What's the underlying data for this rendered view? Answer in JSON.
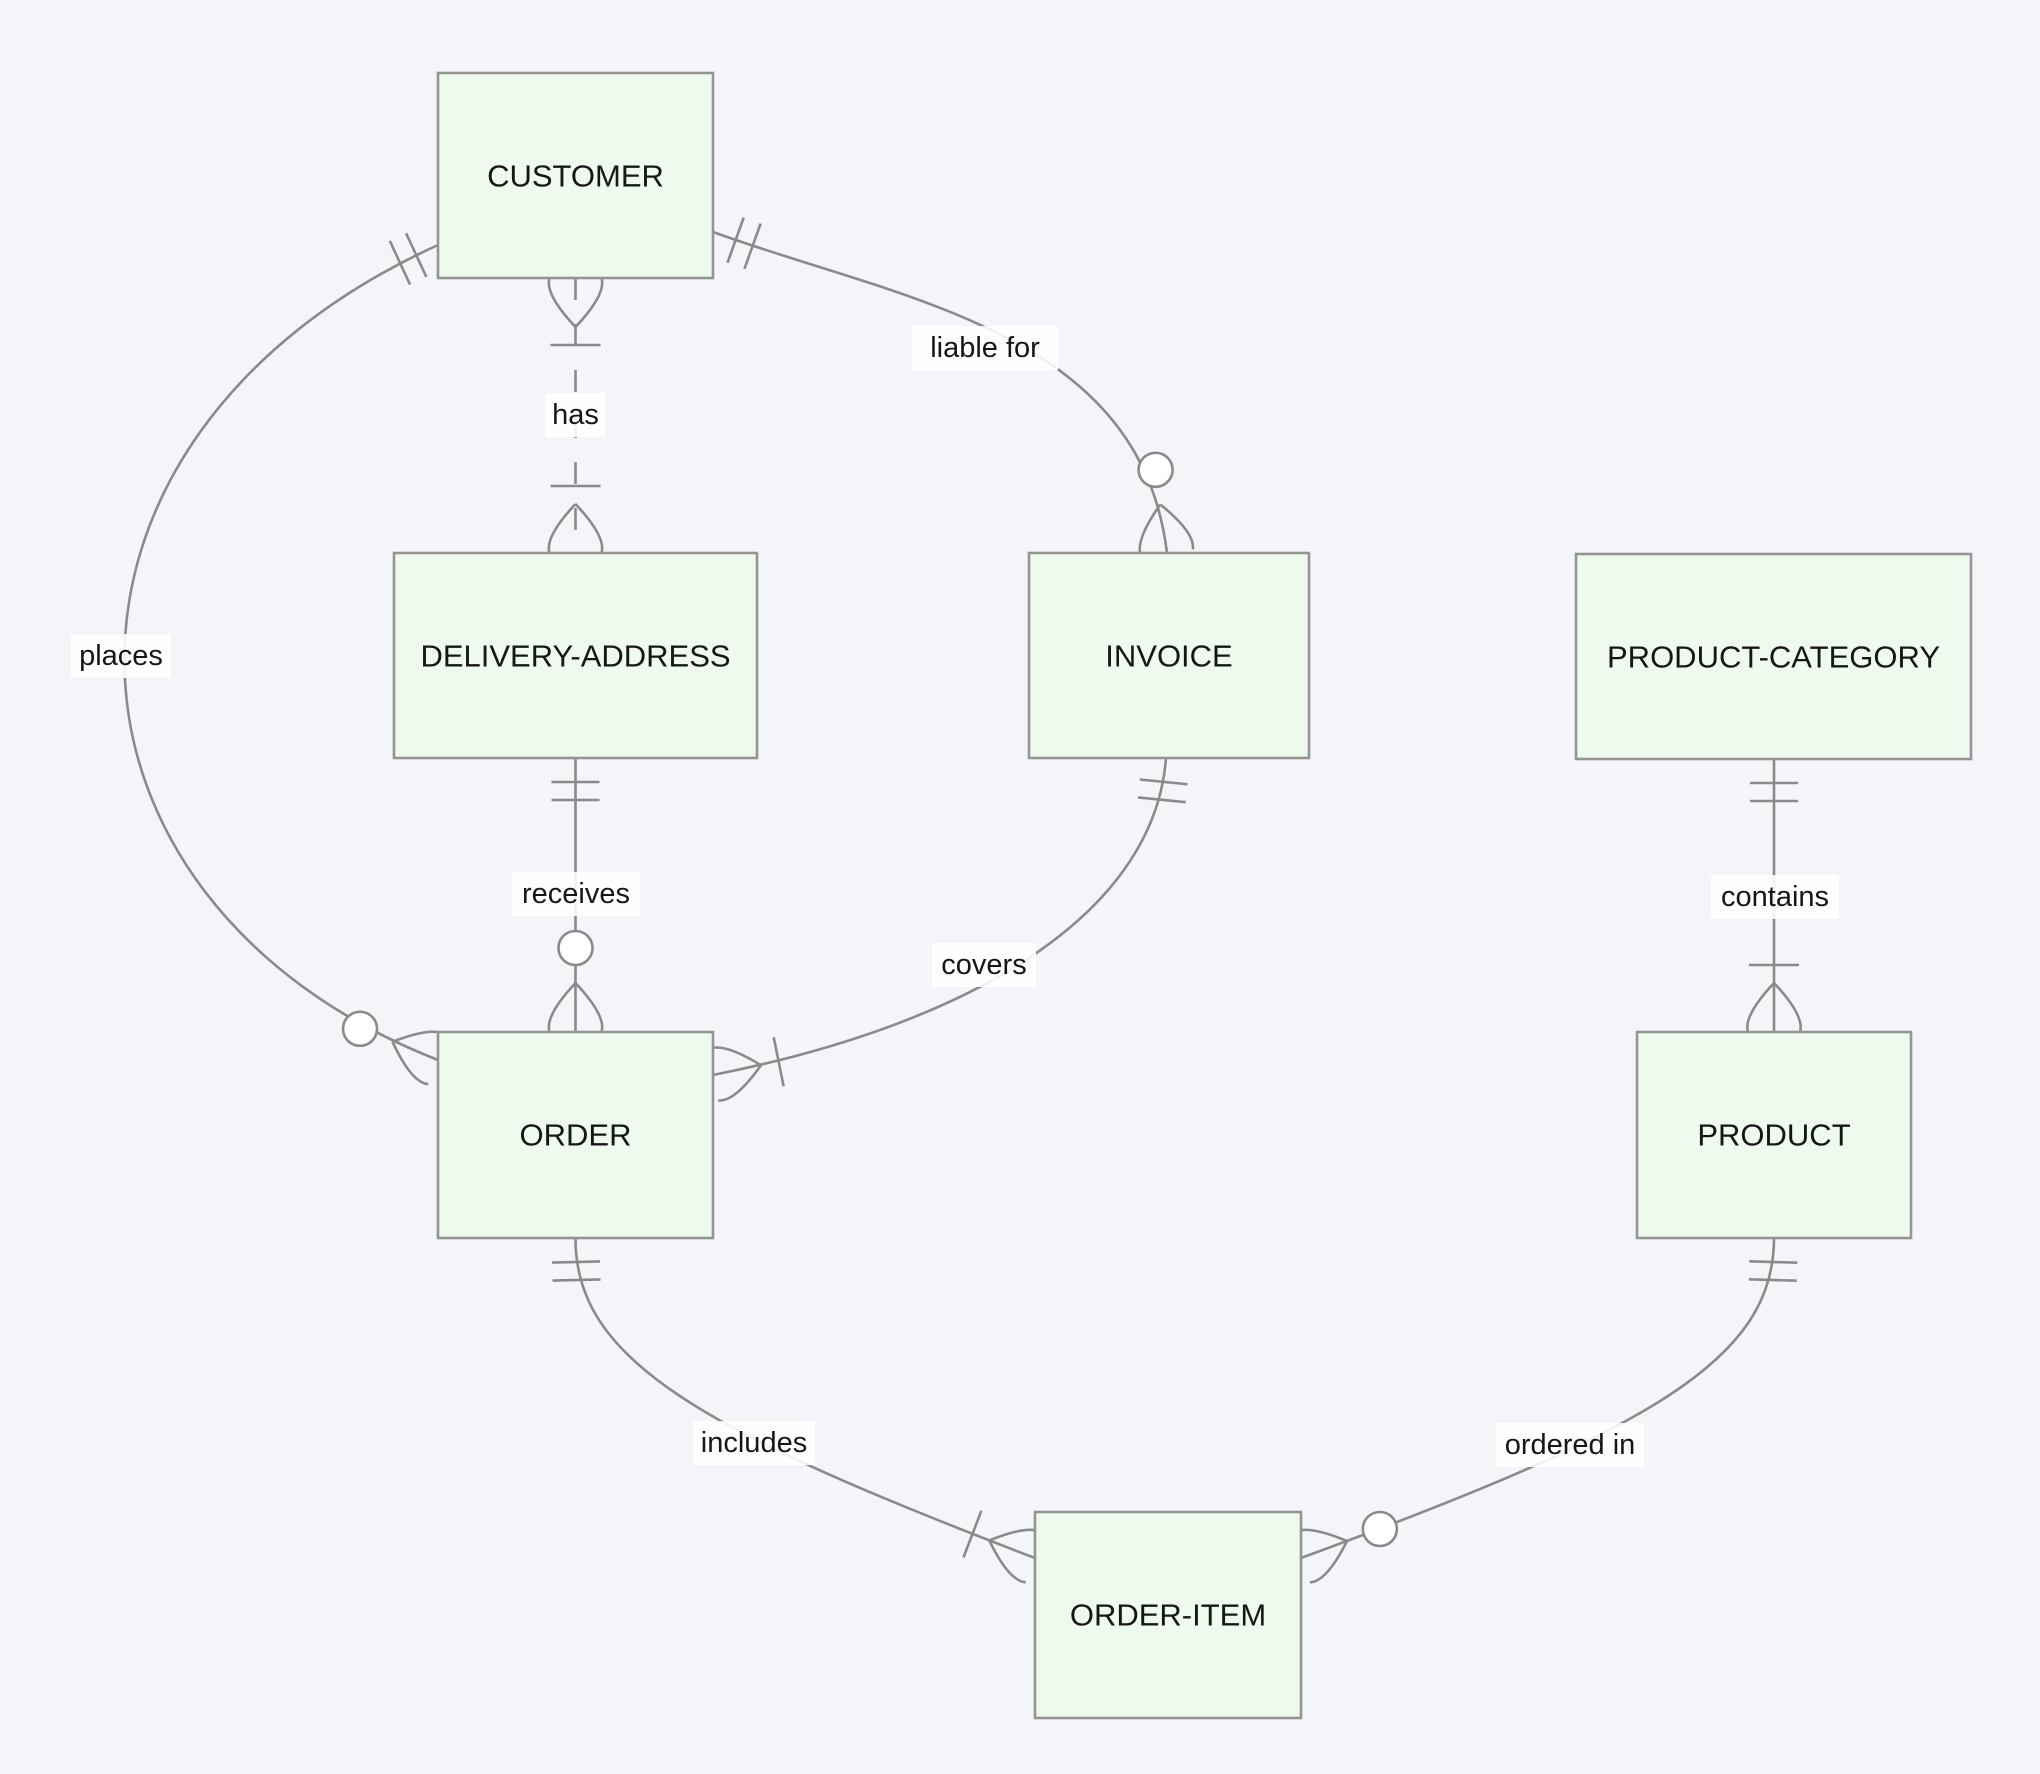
{
  "diagram": {
    "kind": "entity-relationship-diagram",
    "notation": "crow-foot",
    "colors": {
      "background": "#f4f5f8",
      "entity_fill": "#edfaed",
      "entity_border": "#949494",
      "line": "#8a8a8a",
      "text": "#161616",
      "label_background": "#ffffff"
    },
    "entities": {
      "customer": {
        "name": "CUSTOMER"
      },
      "delivery_address": {
        "name": "DELIVERY-ADDRESS"
      },
      "invoice": {
        "name": "INVOICE"
      },
      "product_category": {
        "name": "PRODUCT-CATEGORY"
      },
      "order": {
        "name": "ORDER"
      },
      "product": {
        "name": "PRODUCT"
      },
      "order_item": {
        "name": "ORDER-ITEM"
      }
    },
    "relationships": {
      "places": {
        "from": "CUSTOMER",
        "to": "ORDER",
        "label": "places",
        "from_cardinality": "exactly-one",
        "to_cardinality": "zero-or-many",
        "line_style": "solid"
      },
      "has": {
        "from": "CUSTOMER",
        "to": "DELIVERY-ADDRESS",
        "label": "has",
        "from_cardinality": "one-or-many",
        "to_cardinality": "one-or-many",
        "line_style": "dashed"
      },
      "liable_for": {
        "from": "CUSTOMER",
        "to": "INVOICE",
        "label": "liable for",
        "from_cardinality": "exactly-one",
        "to_cardinality": "zero-or-many",
        "line_style": "solid"
      },
      "receives": {
        "from": "DELIVERY-ADDRESS",
        "to": "ORDER",
        "label": "receives",
        "from_cardinality": "exactly-one",
        "to_cardinality": "zero-or-many",
        "line_style": "solid"
      },
      "covers": {
        "from": "INVOICE",
        "to": "ORDER",
        "label": "covers",
        "from_cardinality": "exactly-one",
        "to_cardinality": "one-or-many",
        "line_style": "solid"
      },
      "includes": {
        "from": "ORDER",
        "to": "ORDER-ITEM",
        "label": "includes",
        "from_cardinality": "exactly-one",
        "to_cardinality": "one-or-many",
        "line_style": "solid"
      },
      "contains": {
        "from": "PRODUCT-CATEGORY",
        "to": "PRODUCT",
        "label": "contains",
        "from_cardinality": "exactly-one",
        "to_cardinality": "one-or-many",
        "line_style": "solid"
      },
      "ordered_in": {
        "from": "PRODUCT",
        "to": "ORDER-ITEM",
        "label": "ordered in",
        "from_cardinality": "exactly-one",
        "to_cardinality": "zero-or-many",
        "line_style": "solid"
      }
    }
  }
}
